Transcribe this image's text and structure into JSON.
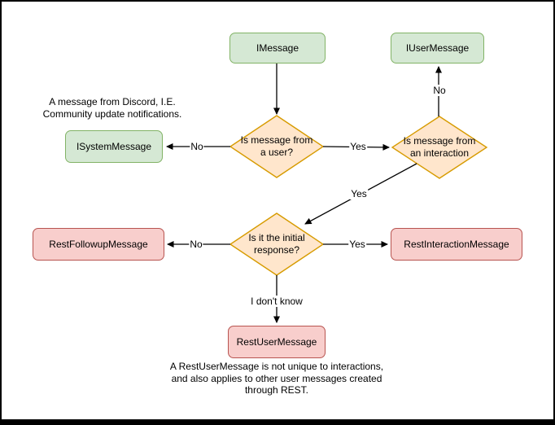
{
  "diagram": {
    "nodes": [
      {
        "label": "IMessage",
        "kind": "interface"
      },
      {
        "label": "IUserMessage",
        "kind": "interface"
      },
      {
        "label": "ISystemMessage",
        "kind": "interface"
      },
      {
        "label": "RestFollowupMessage",
        "kind": "rest"
      },
      {
        "label": "RestInteractionMessage",
        "kind": "rest"
      },
      {
        "label": "RestUserMessage",
        "kind": "rest"
      }
    ],
    "decisions": [
      {
        "label": "Is message from a user?"
      },
      {
        "label": "Is message from an interaction"
      },
      {
        "label": "Is it the initial response?"
      }
    ],
    "edges": [
      {
        "from": "IMessage",
        "to": "Is message from a user?",
        "label": ""
      },
      {
        "from": "Is message from a user?",
        "to": "ISystemMessage",
        "label": "No"
      },
      {
        "from": "Is message from a user?",
        "to": "Is message from an interaction",
        "label": "Yes"
      },
      {
        "from": "Is message from an interaction",
        "to": "IUserMessage",
        "label": "No"
      },
      {
        "from": "Is message from an interaction",
        "to": "Is it the initial response?",
        "label": "Yes"
      },
      {
        "from": "Is it the initial response?",
        "to": "RestFollowupMessage",
        "label": "No"
      },
      {
        "from": "Is it the initial response?",
        "to": "RestInteractionMessage",
        "label": "Yes"
      },
      {
        "from": "Is it the initial response?",
        "to": "RestUserMessage",
        "label": "I don't know"
      }
    ],
    "annotations": {
      "system_note": [
        "A message from Discord, I.E.",
        "Community update notifications."
      ],
      "rest_note": [
        "A RestUserMessage is not unique to interactions,",
        "and also applies to other user messages created",
        "through REST."
      ]
    },
    "colors": {
      "interface_fill": "#d5e8d4",
      "interface_stroke": "#82b366",
      "decision_fill": "#ffe6cc",
      "decision_stroke": "#d79b00",
      "rest_fill": "#f8cecc",
      "rest_stroke": "#b85450",
      "edge": "#000000"
    }
  }
}
